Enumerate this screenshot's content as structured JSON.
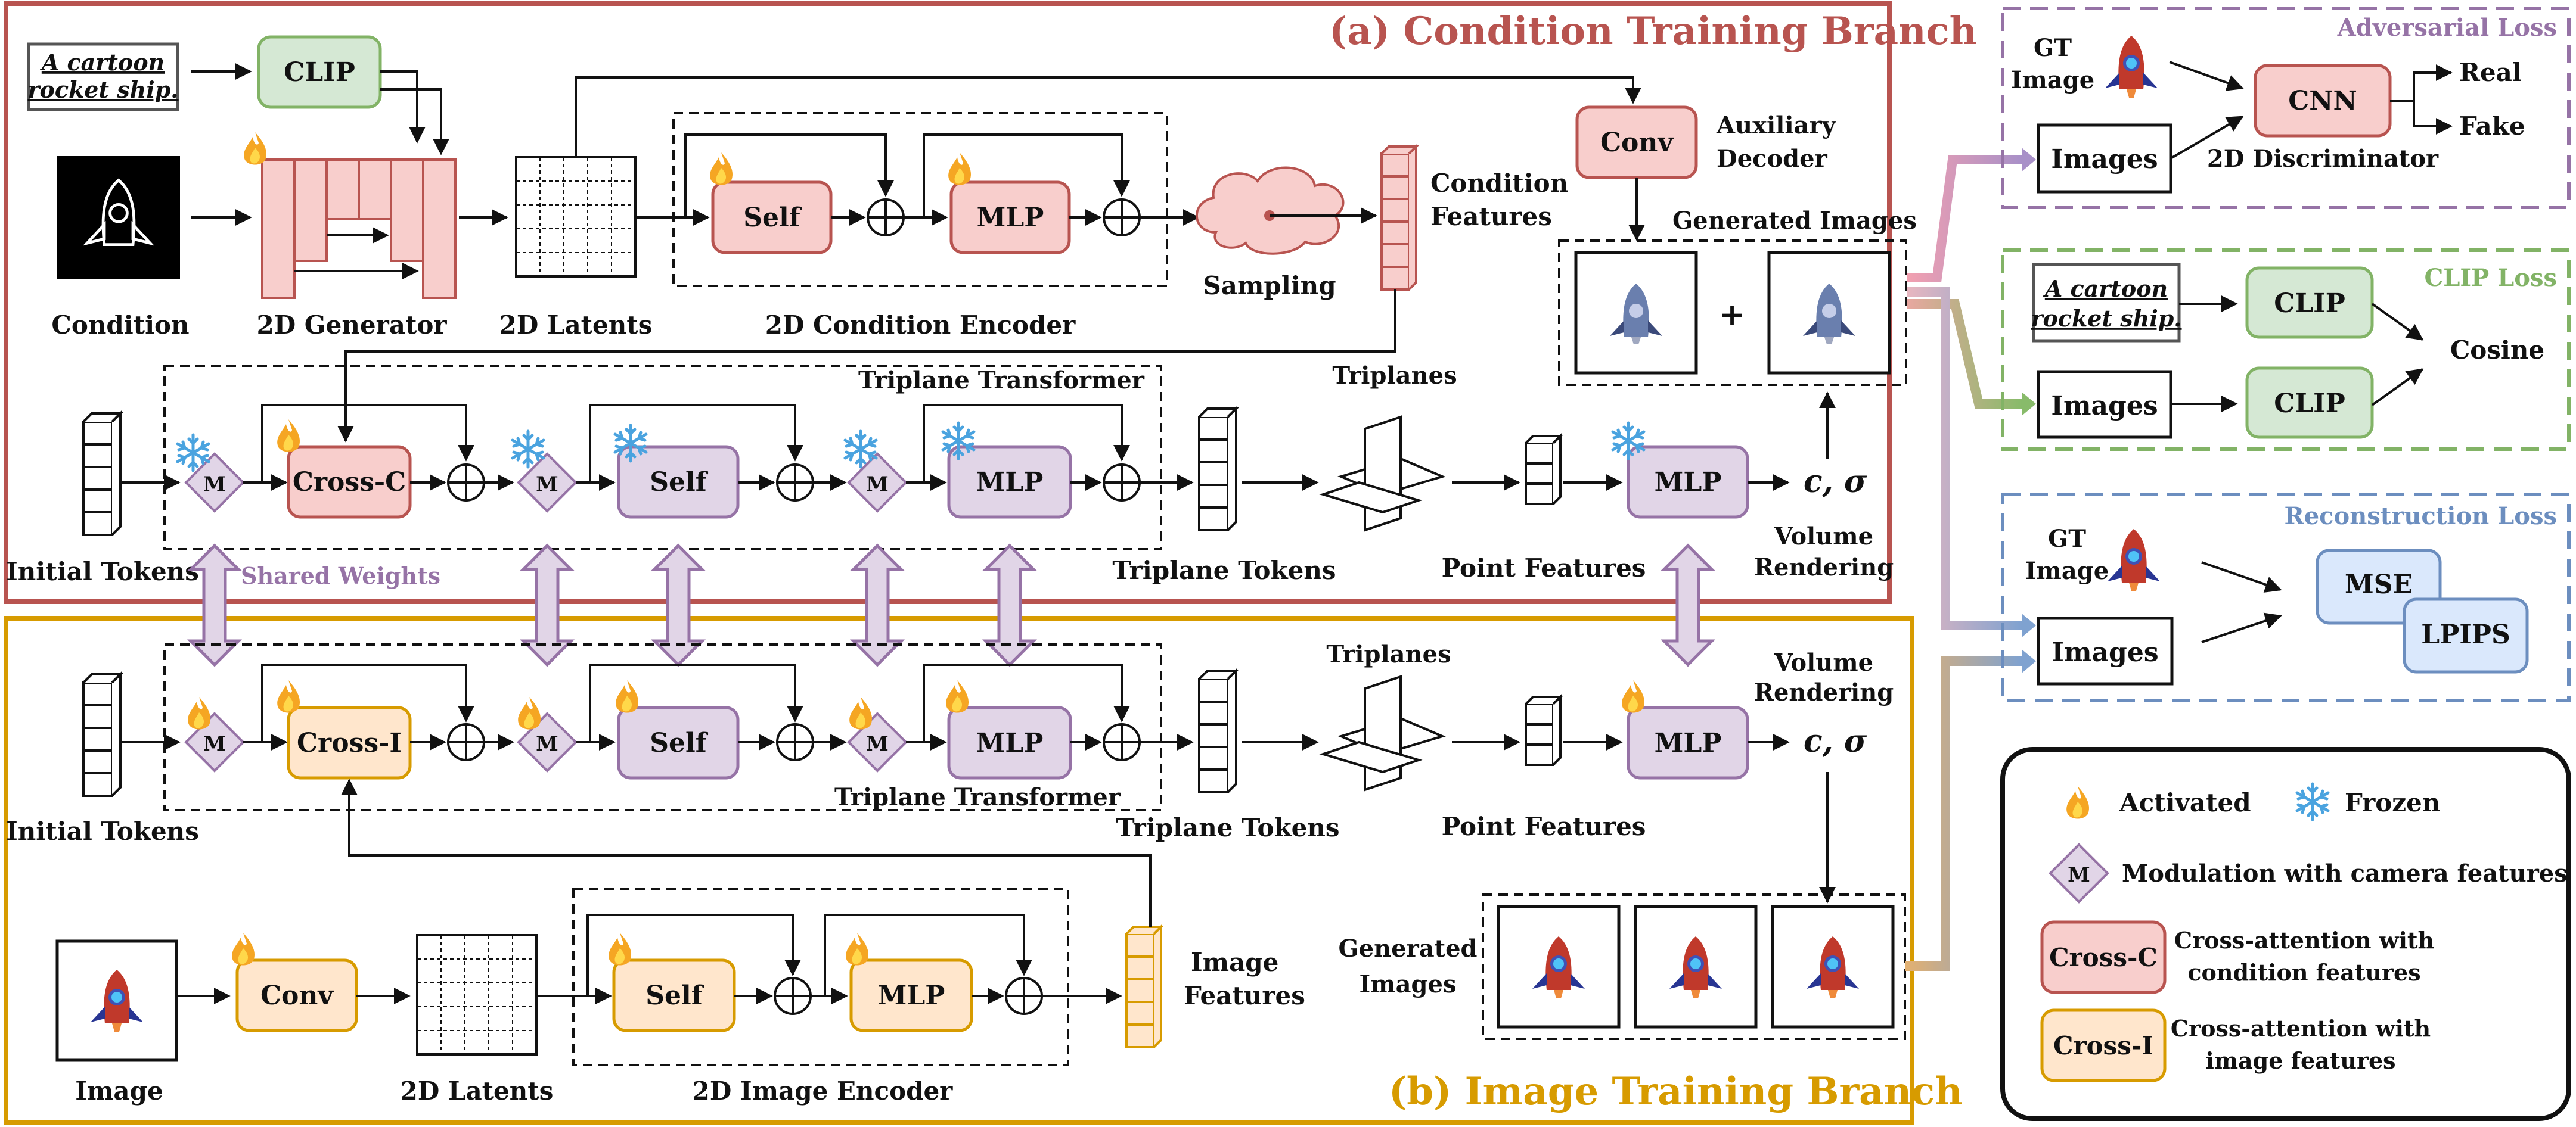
{
  "branch_a": {
    "title": "(a) Condition Training Branch",
    "text_prompt": [
      "A cartoon",
      "rocket ship."
    ],
    "clip": "CLIP",
    "condition": "Condition",
    "generator": "2D Generator",
    "latents": "2D Latents",
    "self": "Self",
    "mlp": "MLP",
    "encoder": "2D Condition Encoder",
    "sampling": "Sampling",
    "features": [
      "Condition",
      "Features"
    ],
    "conv": "Conv",
    "aux": [
      "Auxiliary",
      "Decoder"
    ],
    "generated": "Generated Images",
    "plus": "+",
    "transformer": "Triplane Transformer",
    "triplanes": "Triplanes",
    "initial_tokens": "Initial Tokens",
    "shared": "Shared Weights",
    "cross": "Cross-C",
    "m": "M",
    "triplane_tokens": "Triplane Tokens",
    "point_features": "Point Features",
    "volume": [
      "Volume",
      "Rendering"
    ],
    "c_sigma": "c, σ"
  },
  "branch_b": {
    "title": "(b) Image Training Branch",
    "initial_tokens": "Initial Tokens",
    "cross": "Cross-I",
    "self": "Self",
    "mlp": "MLP",
    "m": "M",
    "transformer": "Triplane Transformer",
    "triplanes": "Triplanes",
    "triplane_tokens": "Triplane Tokens",
    "point_features": "Point Features",
    "volume": [
      "Volume",
      "Rendering"
    ],
    "c_sigma": "c, σ",
    "image": "Image",
    "conv": "Conv",
    "latents": "2D Latents",
    "encoder": "2D Image Encoder",
    "features": [
      "Image",
      "Features"
    ],
    "generated": [
      "Generated",
      "Images"
    ]
  },
  "adversarial": {
    "title": "Adversarial Loss",
    "gt": [
      "GT",
      "Image"
    ],
    "images": "Images",
    "cnn": "CNN",
    "disc": "2D Discriminator",
    "real": "Real",
    "fake": "Fake"
  },
  "clip_loss": {
    "title": "CLIP Loss",
    "prompt": [
      "A cartoon",
      "rocket ship."
    ],
    "clip": "CLIP",
    "images": "Images",
    "cosine": "Cosine"
  },
  "recon": {
    "title": "Reconstruction Loss",
    "gt": [
      "GT",
      "Image"
    ],
    "images": "Images",
    "mse": "MSE",
    "lpips": "LPIPS"
  },
  "legend": {
    "activated": "Activated",
    "frozen": "Frozen",
    "m": "M",
    "modulation": "Modulation with camera features",
    "cross_c": "Cross-C",
    "cross_c_desc": [
      "Cross-attention with",
      "condition features"
    ],
    "cross_i": "Cross-I",
    "cross_i_desc": [
      "Cross-attention with",
      "image features"
    ]
  },
  "colors": {
    "red_border": "#b85450",
    "red_fill": "#f8cecc",
    "orange_border": "#d79b00",
    "orange_fill": "#ffe6cc",
    "purple_border": "#9673a6",
    "purple_fill": "#e1d5e7",
    "green_border": "#82b366",
    "green_fill": "#d5e8d4",
    "blue_border": "#6c8ebf",
    "blue_fill": "#dae8fc"
  }
}
